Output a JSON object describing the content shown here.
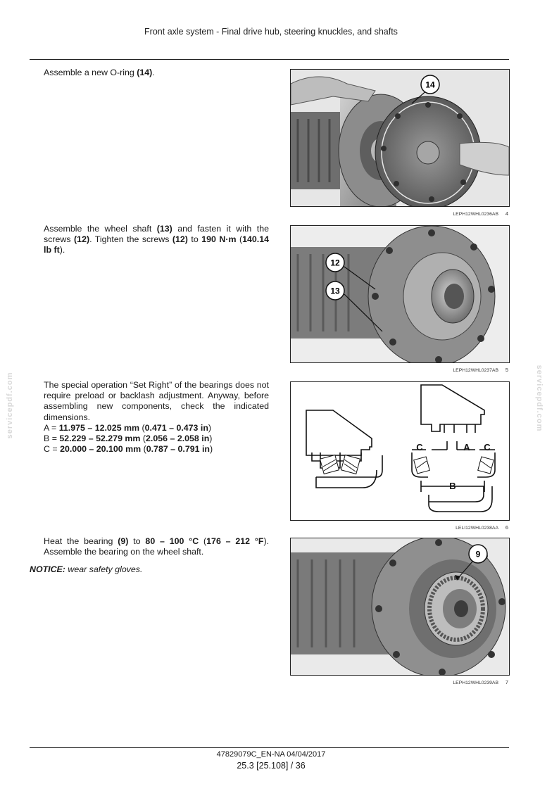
{
  "header": {
    "title": "Front axle system - Final drive hub, steering knuckles, and shafts"
  },
  "steps": [
    {
      "parts": [
        {
          "t": "Assemble a new O-ring "
        },
        {
          "t": "(14)",
          "b": true
        },
        {
          "t": "."
        }
      ],
      "figure": {
        "caption": "LEPH12WHL0236AB",
        "number": "4",
        "callouts": [
          "14"
        ]
      }
    },
    {
      "parts": [
        {
          "t": "Assemble the wheel shaft "
        },
        {
          "t": "(13)",
          "b": true
        },
        {
          "t": " and fasten it with the screws "
        },
        {
          "t": "(12)",
          "b": true
        },
        {
          "t": ".  Tighten the screws "
        },
        {
          "t": "(12)",
          "b": true
        },
        {
          "t": " to "
        },
        {
          "t": "190 N·m",
          "b": true
        },
        {
          "t": " ("
        },
        {
          "t": "140.14 lb ft",
          "b": true
        },
        {
          "t": ")."
        }
      ],
      "figure": {
        "caption": "LEPH12WHL0237AB",
        "number": "5",
        "callouts": [
          "12",
          "13"
        ]
      }
    },
    {
      "parts": [
        {
          "t": "The special operation “Set Right” of the bearings does not require preload or backlash adjustment.  Anyway, before assembling new components, check the indicated dimensions."
        },
        {
          "br": true
        },
        {
          "t": "A = "
        },
        {
          "t": "11.975 – 12.025 mm",
          "b": true
        },
        {
          "t": " ("
        },
        {
          "t": "0.471 – 0.473 in",
          "b": true
        },
        {
          "t": ")"
        },
        {
          "br": true
        },
        {
          "t": "B = "
        },
        {
          "t": "52.229 – 52.279 mm",
          "b": true
        },
        {
          "t": " ("
        },
        {
          "t": "2.056 – 2.058 in",
          "b": true
        },
        {
          "t": ")"
        },
        {
          "br": true
        },
        {
          "t": "C = "
        },
        {
          "t": "20.000 – 20.100 mm",
          "b": true
        },
        {
          "t": " ("
        },
        {
          "t": "0.787 – 0.791 in",
          "b": true
        },
        {
          "t": ")"
        }
      ],
      "figure": {
        "caption": "LELI12WHL0238AA",
        "number": "6",
        "labels": {
          "c1": "C",
          "a": "A",
          "c2": "C",
          "b": "B"
        }
      }
    },
    {
      "parts": [
        {
          "t": "Heat the bearing "
        },
        {
          "t": "(9)",
          "b": true
        },
        {
          "t": " to "
        },
        {
          "t": "80 – 100 °C",
          "b": true
        },
        {
          "t": " ("
        },
        {
          "t": "176 – 212 °F",
          "b": true
        },
        {
          "t": "). Assemble the bearing on the wheel shaft."
        }
      ],
      "figure": {
        "caption": "LEPH12WHL0239AB",
        "number": "7",
        "callouts": [
          "9"
        ]
      }
    }
  ],
  "notice": {
    "label": "NOTICE:",
    "text": " wear safety gloves."
  },
  "watermark": "servicepdf.com",
  "footer": {
    "doc": "47829079C_EN-NA 04/04/2017",
    "page": "25.3 [25.108] / 36"
  }
}
